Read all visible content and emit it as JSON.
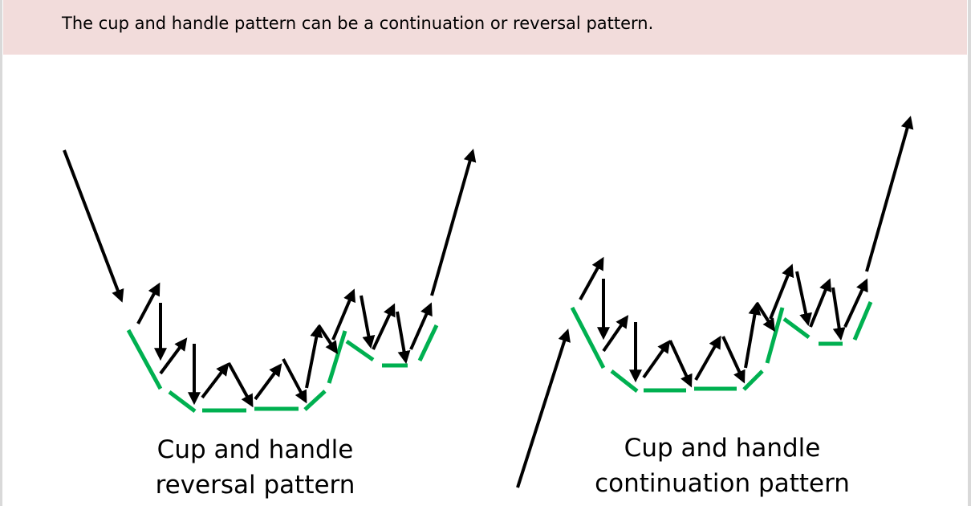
{
  "banner": {
    "text": "The cup and handle pattern can be a continuation or reversal pattern."
  },
  "diagrams": [
    {
      "name": "reversal",
      "label_line1": "Cup and handle",
      "label_line2": "reversal pattern"
    },
    {
      "name": "continuation",
      "label_line1": "Cup and handle",
      "label_line2": "continuation pattern"
    }
  ],
  "colors": {
    "banner_bg": "#f2dcdb",
    "cup_line": "#00b050",
    "arrow": "#000000"
  }
}
